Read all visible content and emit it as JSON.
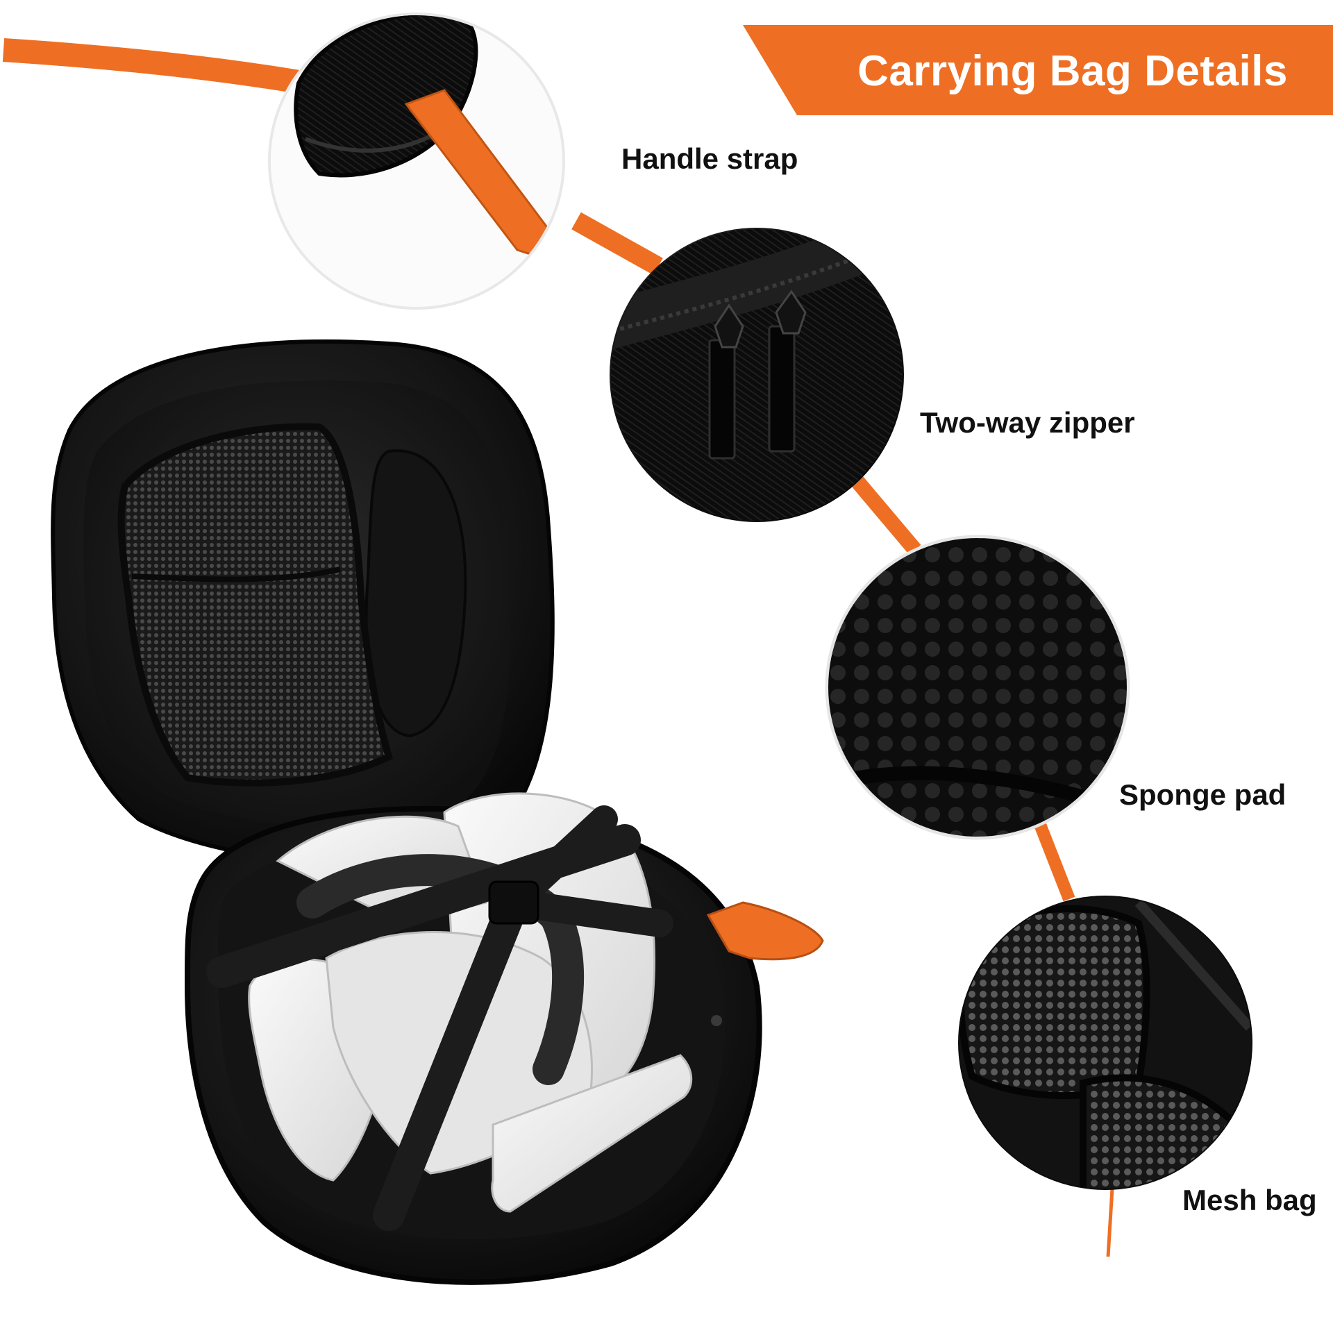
{
  "banner": {
    "title": "Carrying Bag Details"
  },
  "callouts": [
    {
      "id": "handle-strap",
      "label": "Handle strap"
    },
    {
      "id": "two-way-zipper",
      "label": "Two-way zipper"
    },
    {
      "id": "sponge-pad",
      "label": "Sponge pad"
    },
    {
      "id": "mesh-bag",
      "label": "Mesh bag"
    }
  ],
  "colors": {
    "accent": "#ee6f23",
    "case_black": "#141414",
    "lining": "#1d1d1d",
    "headset_white": "#eeeeee"
  }
}
